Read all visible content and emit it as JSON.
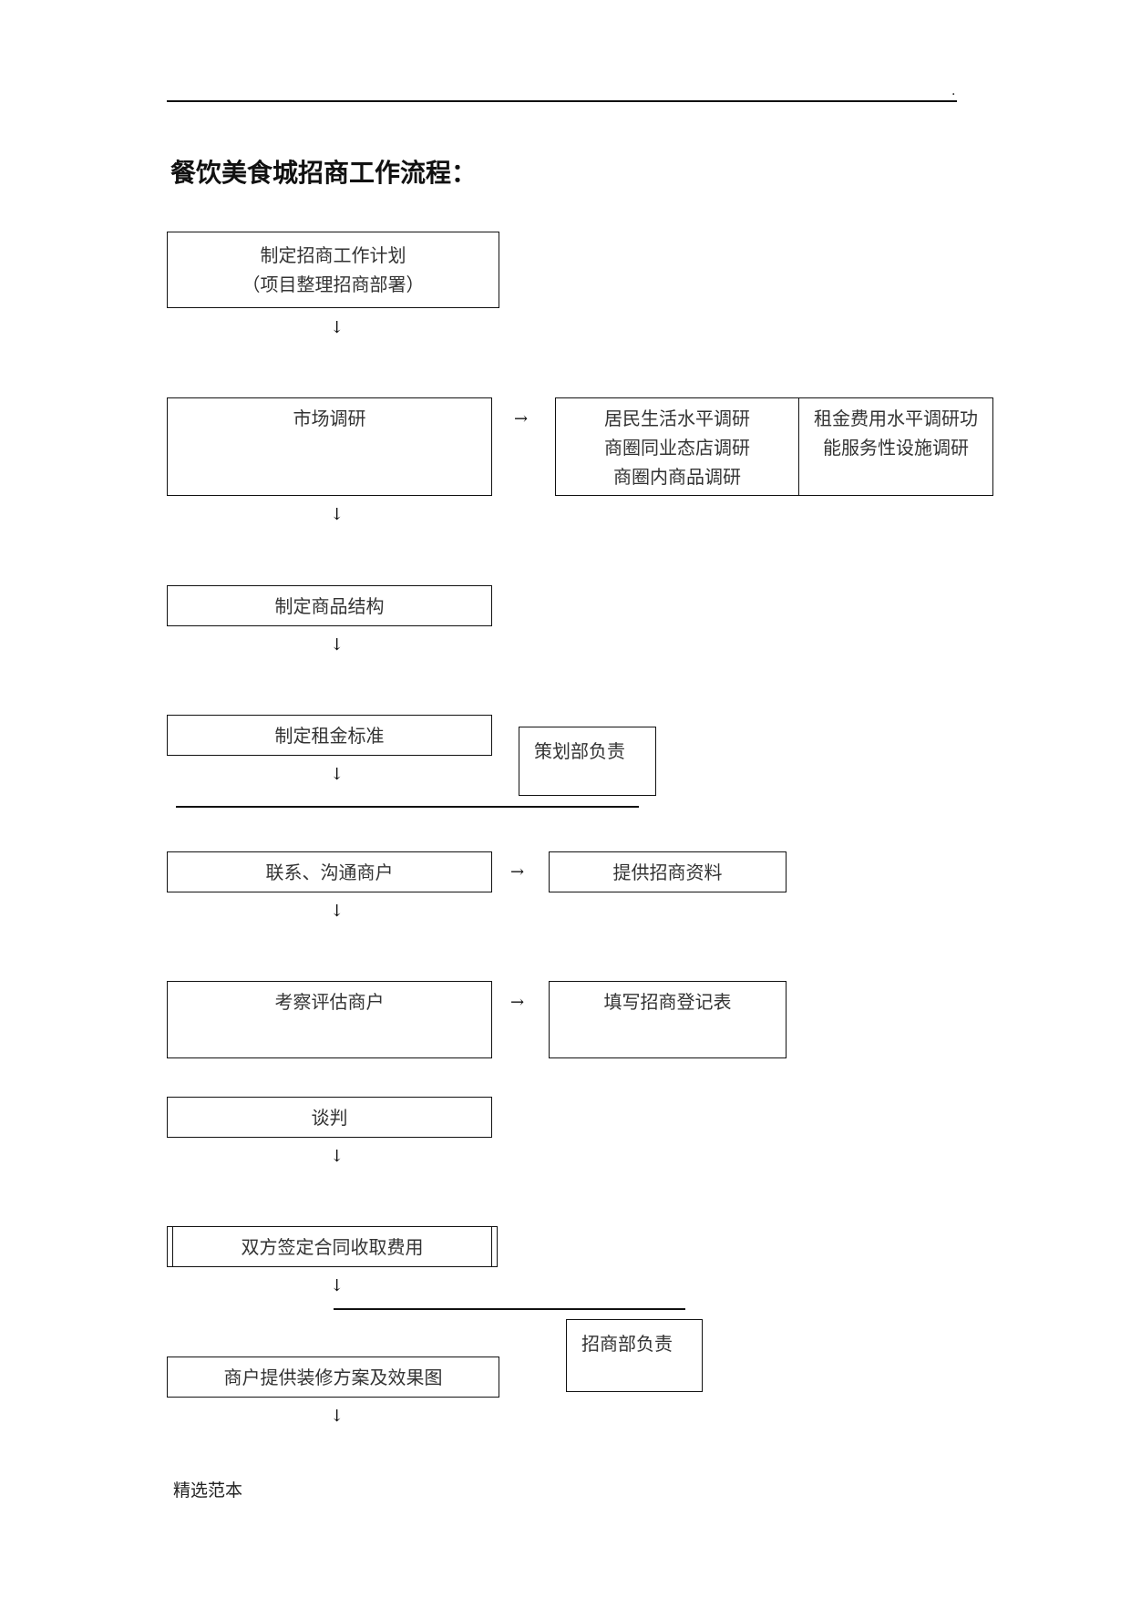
{
  "header": {
    "dot": "."
  },
  "title": "餐饮美食城招商工作流程：",
  "steps": {
    "plan_line1": "制定招商工作计划",
    "plan_line2": "（项目整理招商部署）",
    "market_research": "市场调研",
    "research_items_left": [
      "居民生活水平调研",
      "商圈同业态店调研",
      "商圈内商品调研"
    ],
    "research_items_right": [
      "租金费用水平调研功",
      "能服务性设施调研"
    ],
    "product_structure": "制定商品结构",
    "rent_standard": "制定租金标准",
    "planning_dept": "策划部负责",
    "contact_merchants": "联系、沟通商户",
    "provide_materials": "提供招商资料",
    "evaluate_merchants": "考察评估商户",
    "fill_register": "填写招商登记表",
    "negotiation": "谈判",
    "sign_contract": "双方签定合同收取费用",
    "investment_dept": "招商部负责",
    "decoration_plan": "商户提供装修方案及效果图"
  },
  "arrows": {
    "down": "↓",
    "right": "→"
  },
  "footer": "精选范本"
}
